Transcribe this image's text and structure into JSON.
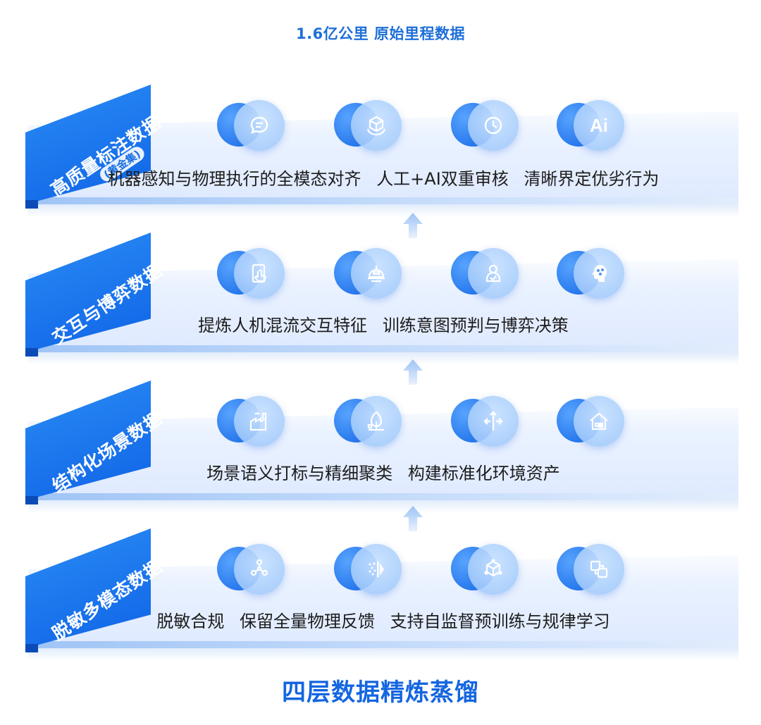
{
  "header": {
    "title": "1.6亿公里 原始里程数据"
  },
  "footer": {
    "title": "四层数据精炼蒸馏"
  },
  "layers": [
    {
      "label": "高质量标注数据",
      "sublabel": "(黄金集)",
      "icons": [
        "chat-bubble-icon",
        "cube-rotate-icon",
        "clock-icon",
        "ai-icon"
      ],
      "ai_icon_text": "Ai",
      "captions": [
        "机器感知与物理执行的全模态对齐",
        "人工+AI双重审核",
        "清晰界定优劣行为"
      ]
    },
    {
      "label": "交互与博弈数据",
      "icons": [
        "touch-screen-icon",
        "radar-dome-icon",
        "user-check-icon",
        "brain-network-icon"
      ],
      "captions": [
        "提炼人机混流交互特征",
        "训练意图预判与博弈决策"
      ]
    },
    {
      "label": "结构化场景数据",
      "icons": [
        "factory-icon",
        "tree-icon",
        "direction-sign-icon",
        "house-icon"
      ],
      "captions": [
        "场景语义打标与精细聚类",
        "构建标准化环境资产"
      ]
    },
    {
      "label": "脱敏多模态数据",
      "icons": [
        "network-nodes-icon",
        "particle-filter-icon",
        "cube-network-icon",
        "layered-windows-icon"
      ],
      "captions": [
        "脱敏合规",
        "保留全量物理反馈",
        "支持自监督预训练与规律学习"
      ]
    }
  ]
}
